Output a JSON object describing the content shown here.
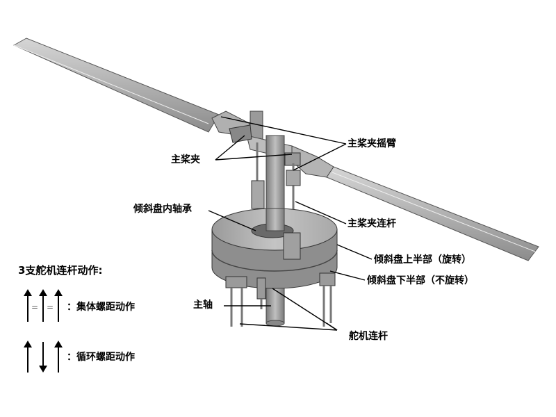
{
  "labels": {
    "blade_grip": "主桨夹",
    "blade_grip_arm": "主桨夹摇臂",
    "inner_bearing": "倾斜盘内轴承",
    "grip_link": "主桨夹连杆",
    "upper_half": "倾斜盘上半部（旋转）",
    "lower_half": "倾斜盘下半部（不旋转）",
    "main_shaft": "主轴",
    "servo_link": "舵机连杆"
  },
  "legend": {
    "title": "3支舵机连杆动作:",
    "collective": "：集体螺距动作",
    "cyclic": "：循环螺距动作",
    "equal_sign": "="
  },
  "colors": {
    "metal_light": "#c8c8c8",
    "metal_mid": "#a0a0a0",
    "metal_dark": "#6e6e6e",
    "line": "#000000"
  }
}
